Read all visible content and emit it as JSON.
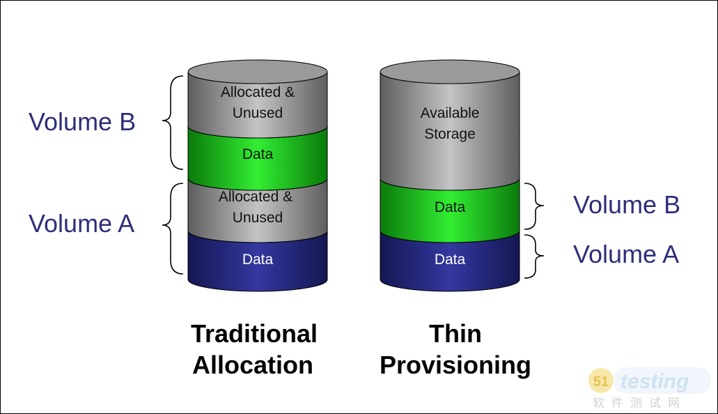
{
  "colors": {
    "gray": "#b4b4b4",
    "gray_dark": "#5e5e5e",
    "green": "#22dd22",
    "green_dark": "#0a7a0a",
    "navy": "#2b2f88",
    "navy_dark": "#141752",
    "volume_text": "#2e2e7a"
  },
  "traditional": {
    "caption_line1": "Traditional",
    "caption_line2": "Allocation",
    "segments": [
      {
        "kind": "gray",
        "label_line1": "Allocated &",
        "label_line2": "Unused"
      },
      {
        "kind": "green",
        "label_line1": "Data",
        "label_line2": ""
      },
      {
        "kind": "gray",
        "label_line1": "Allocated &",
        "label_line2": "Unused"
      },
      {
        "kind": "navy",
        "label_line1": "Data",
        "label_line2": ""
      }
    ],
    "volume_b": "Volume B",
    "volume_a": "Volume A"
  },
  "thin": {
    "caption_line1": "Thin",
    "caption_line2": "Provisioning",
    "segments": [
      {
        "kind": "gray",
        "label_line1": "Available",
        "label_line2": "Storage"
      },
      {
        "kind": "green",
        "label_line1": "Data",
        "label_line2": ""
      },
      {
        "kind": "navy",
        "label_line1": "Data",
        "label_line2": ""
      }
    ],
    "volume_b": "Volume B",
    "volume_a": "Volume A"
  },
  "watermark": {
    "badge": "51",
    "brand": "testing",
    "sub": "软件测试网"
  }
}
